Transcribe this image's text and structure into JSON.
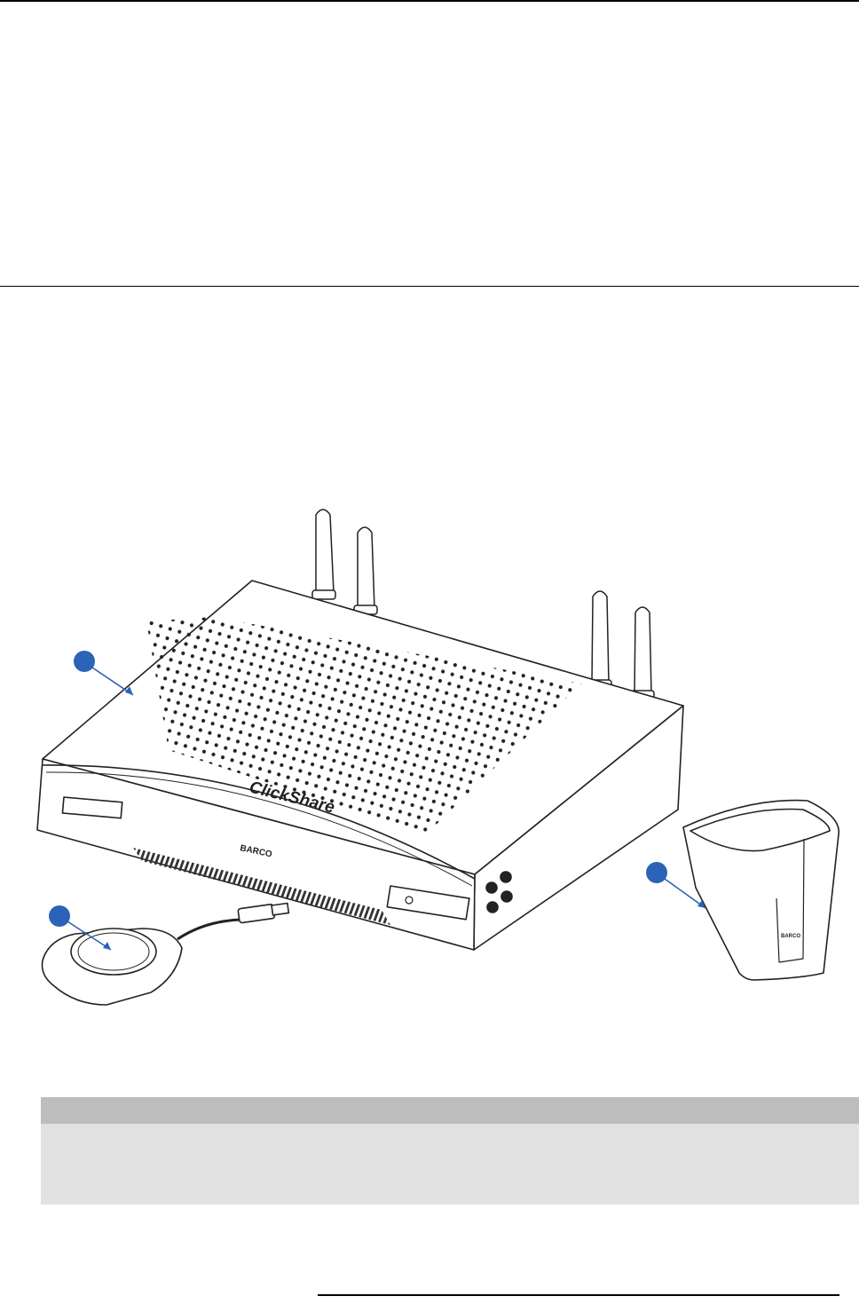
{
  "illustration": {
    "device_brand": "ClickShare",
    "device_logo": "BARCO",
    "tray_logo": "BARCO",
    "callout_color": "#2a63b8"
  },
  "note": {
    "header_color": "#bdbdbd",
    "body_color": "#e2e2e2"
  }
}
